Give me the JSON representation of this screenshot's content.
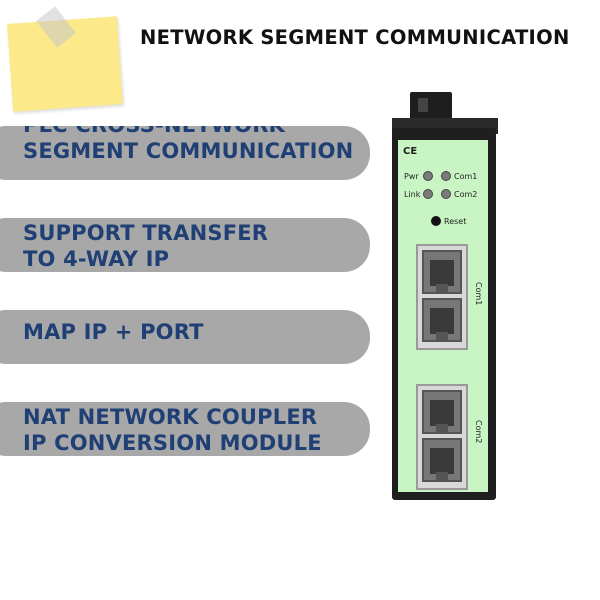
{
  "title": "NETWORK SEGMENT COMMUNICATION",
  "features": [
    {
      "line1": "PLC CROSS-NETWORK",
      "line2": "SEGMENT COMMUNICATION"
    },
    {
      "line1": "SUPPORT TRANSFER",
      "line2": "TO 4-WAY IP"
    },
    {
      "line1": "MAP IP + PORT",
      "line2": ""
    },
    {
      "line1": "NAT NETWORK COUPLER",
      "line2": "IP CONVERSION MODULE"
    }
  ],
  "device": {
    "ce_mark": "CE",
    "pwr": "Pwr",
    "link": "Link",
    "com1_led": "Com1",
    "com2_led": "Com2",
    "reset": "Reset",
    "com1_port": "Com1",
    "com2_port": "Com2"
  },
  "colors": {
    "note": "#fbe98a",
    "pill": "#a8a8a8",
    "pill_text": "#1f3f75",
    "panel": "#c9f5c4"
  }
}
